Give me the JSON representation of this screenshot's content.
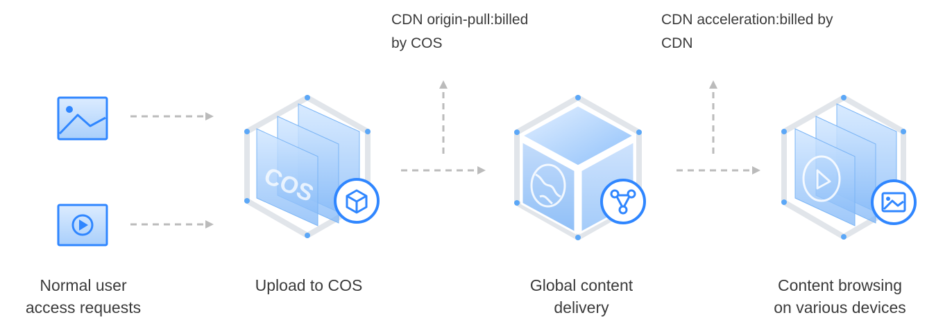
{
  "stages": {
    "users": {
      "line1": "Normal user",
      "line2": "access requests"
    },
    "upload": {
      "line1": "Upload to COS",
      "cube_text": "COS"
    },
    "global": {
      "line1": "Global content",
      "line2": "delivery"
    },
    "content": {
      "line1": "Content browsing",
      "line2": "on various devices"
    }
  },
  "notes": {
    "origin_pull": {
      "line1": "CDN origin-pull:billed",
      "line2": "by COS"
    },
    "acceleration": {
      "line1": "CDN acceleration:billed by",
      "line2": "CDN"
    }
  },
  "icons": {
    "users_top": "image-icon",
    "users_bottom": "video-play-icon",
    "upload_badge": "cube-icon",
    "global_face": "globe-icon",
    "global_badge": "network-nodes-icon",
    "content_face": "play-icon",
    "content_badge": "image-icon"
  },
  "colors": {
    "accent": "#2f86ff",
    "light": "#cfe4ff",
    "arrow": "#bbbbbb",
    "frame": "#dfe3e8"
  }
}
